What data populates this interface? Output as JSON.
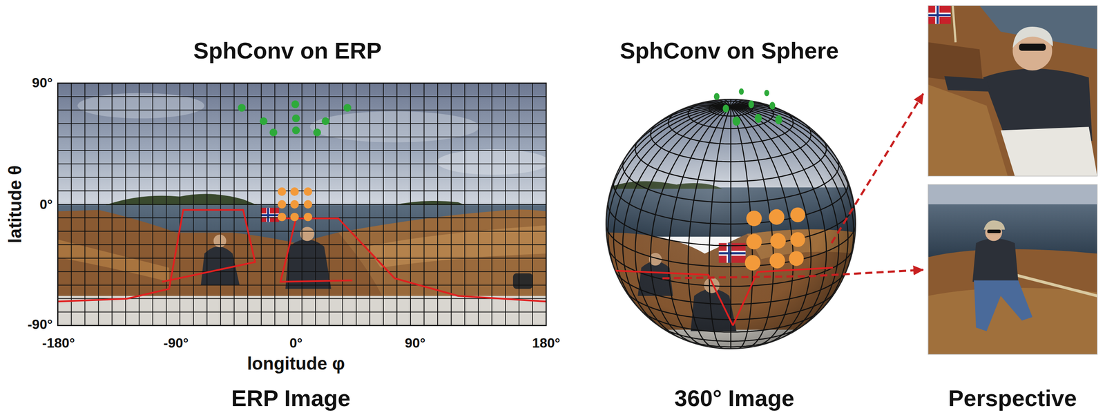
{
  "diagram": {
    "labels": [
      "SphConv on ERP",
      "SphConv on Sphere",
      "90°",
      "0°",
      "-90°",
      "latitude θ",
      "-180°",
      "-90°",
      "0°",
      "90°",
      "180°",
      "longitude φ",
      "ERP Image",
      "360° Image",
      "Perspective"
    ]
  }
}
